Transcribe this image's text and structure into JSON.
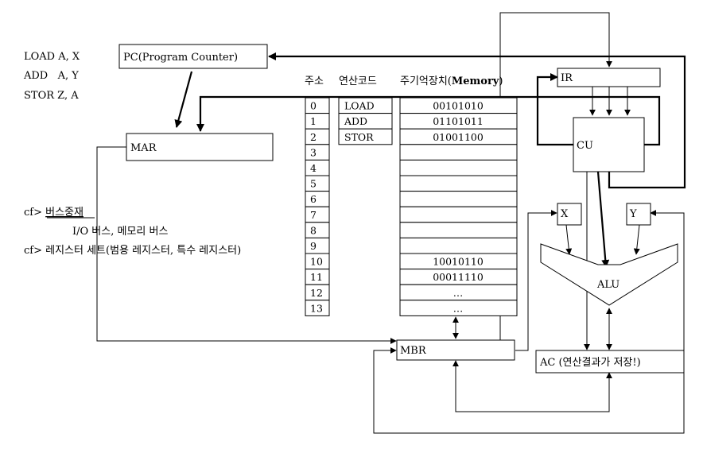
{
  "program": [
    "LOAD A, X",
    "ADD   A, Y",
    "STOR Z, A"
  ],
  "registers": {
    "pc": "PC(Program Counter)",
    "mar": "MAR",
    "mbr": "MBR",
    "ir": "IR",
    "cu": "CU",
    "x": "X",
    "y": "Y",
    "alu": "ALU",
    "ac": "AC (연산결과가 저장!)"
  },
  "headers": {
    "address": "주소",
    "opcode": "연산코드",
    "memory_prefix": "주기억장치(",
    "memory_bold": "Memory",
    "memory_suffix": ")"
  },
  "addresses": [
    "0",
    "1",
    "2",
    "3",
    "4",
    "5",
    "6",
    "7",
    "8",
    "9",
    "10",
    "11",
    "12",
    "13"
  ],
  "opcodes": [
    "LOAD",
    "ADD",
    "STOR"
  ],
  "memory": [
    "00101010",
    "01101011",
    "01001100",
    "",
    "",
    "",
    "",
    "",
    "",
    "",
    "10010110",
    "00011110",
    "…",
    "…"
  ],
  "notes": {
    "bus_prefix": "cf> ",
    "bus_title": "버스중재",
    "bus_detail": "I/O 버스, 메모리 버스",
    "regset": "cf> 레지스터 세트(범용 레지스터, 특수 레지스터)"
  }
}
